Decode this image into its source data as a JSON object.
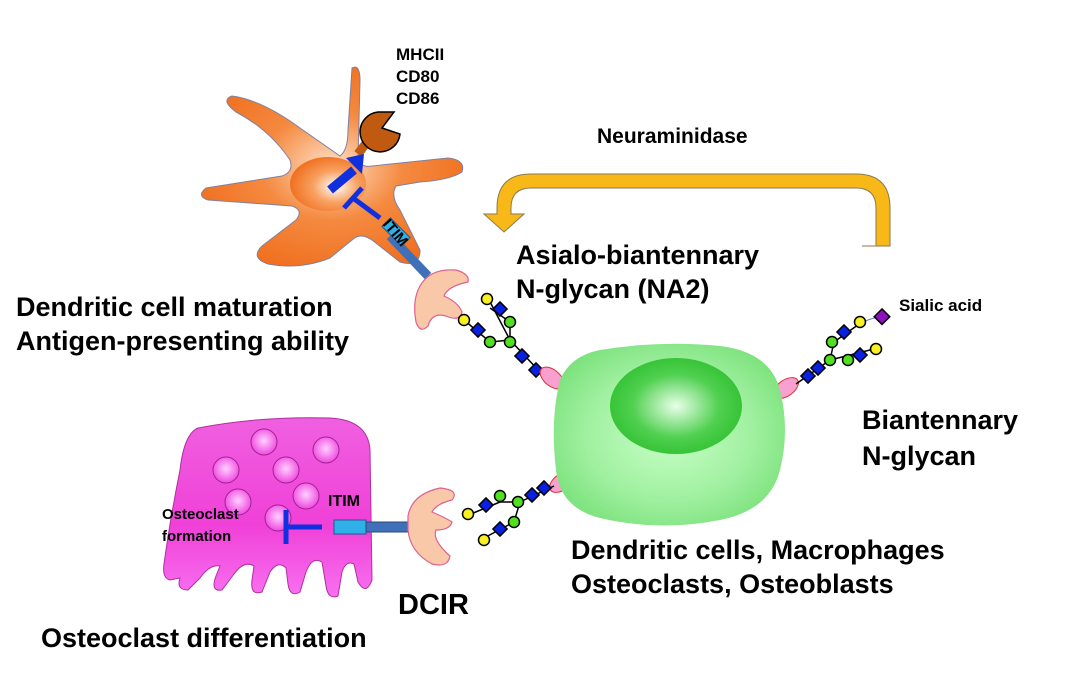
{
  "diagram": {
    "title_enzyme": "Neuraminidase",
    "colors": {
      "dendritic_cell": "#f07020",
      "osteoclast": "#f040d0",
      "central_cell": "#80e880",
      "nucleus": "#30c030",
      "receptor_crd": "#f8c8a8",
      "itim_box": "#30b0e8",
      "stalk": "#4070b8",
      "inhibit_bar": "#1030e0",
      "arrow_neuraminidase": "#f8b818",
      "mhc_molecule": "#c05a10",
      "glcnac": "#0a20e0",
      "mannose": "#50e020",
      "galactose": "#f8f020",
      "sialic_acid": "#9010c0",
      "membrane_anchor": "#f8a0d0"
    },
    "labels": {
      "mhc_lines": [
        "MHCII",
        "CD80",
        "CD86"
      ],
      "itim_dc": "ITIM",
      "itim_oc": "ITIM",
      "dc_outcome_1": "Dendritic cell maturation",
      "dc_outcome_2": "Antigen-presenting ability",
      "asialo_1": "Asialo-biantennary",
      "asialo_2": "N-glycan (NA2)",
      "sialic_acid": "Sialic acid",
      "biantennary_1": "Biantennary",
      "biantennary_2": "N-glycan",
      "osteoclast_formation_1": "Osteoclast",
      "osteoclast_formation_2": "formation",
      "receptor": "DCIR",
      "cell_types_1": "Dendritic cells, Macrophages",
      "cell_types_2": "Osteoclasts, Osteoblasts",
      "osteoclast_differentiation": "Osteoclast differentiation"
    }
  }
}
